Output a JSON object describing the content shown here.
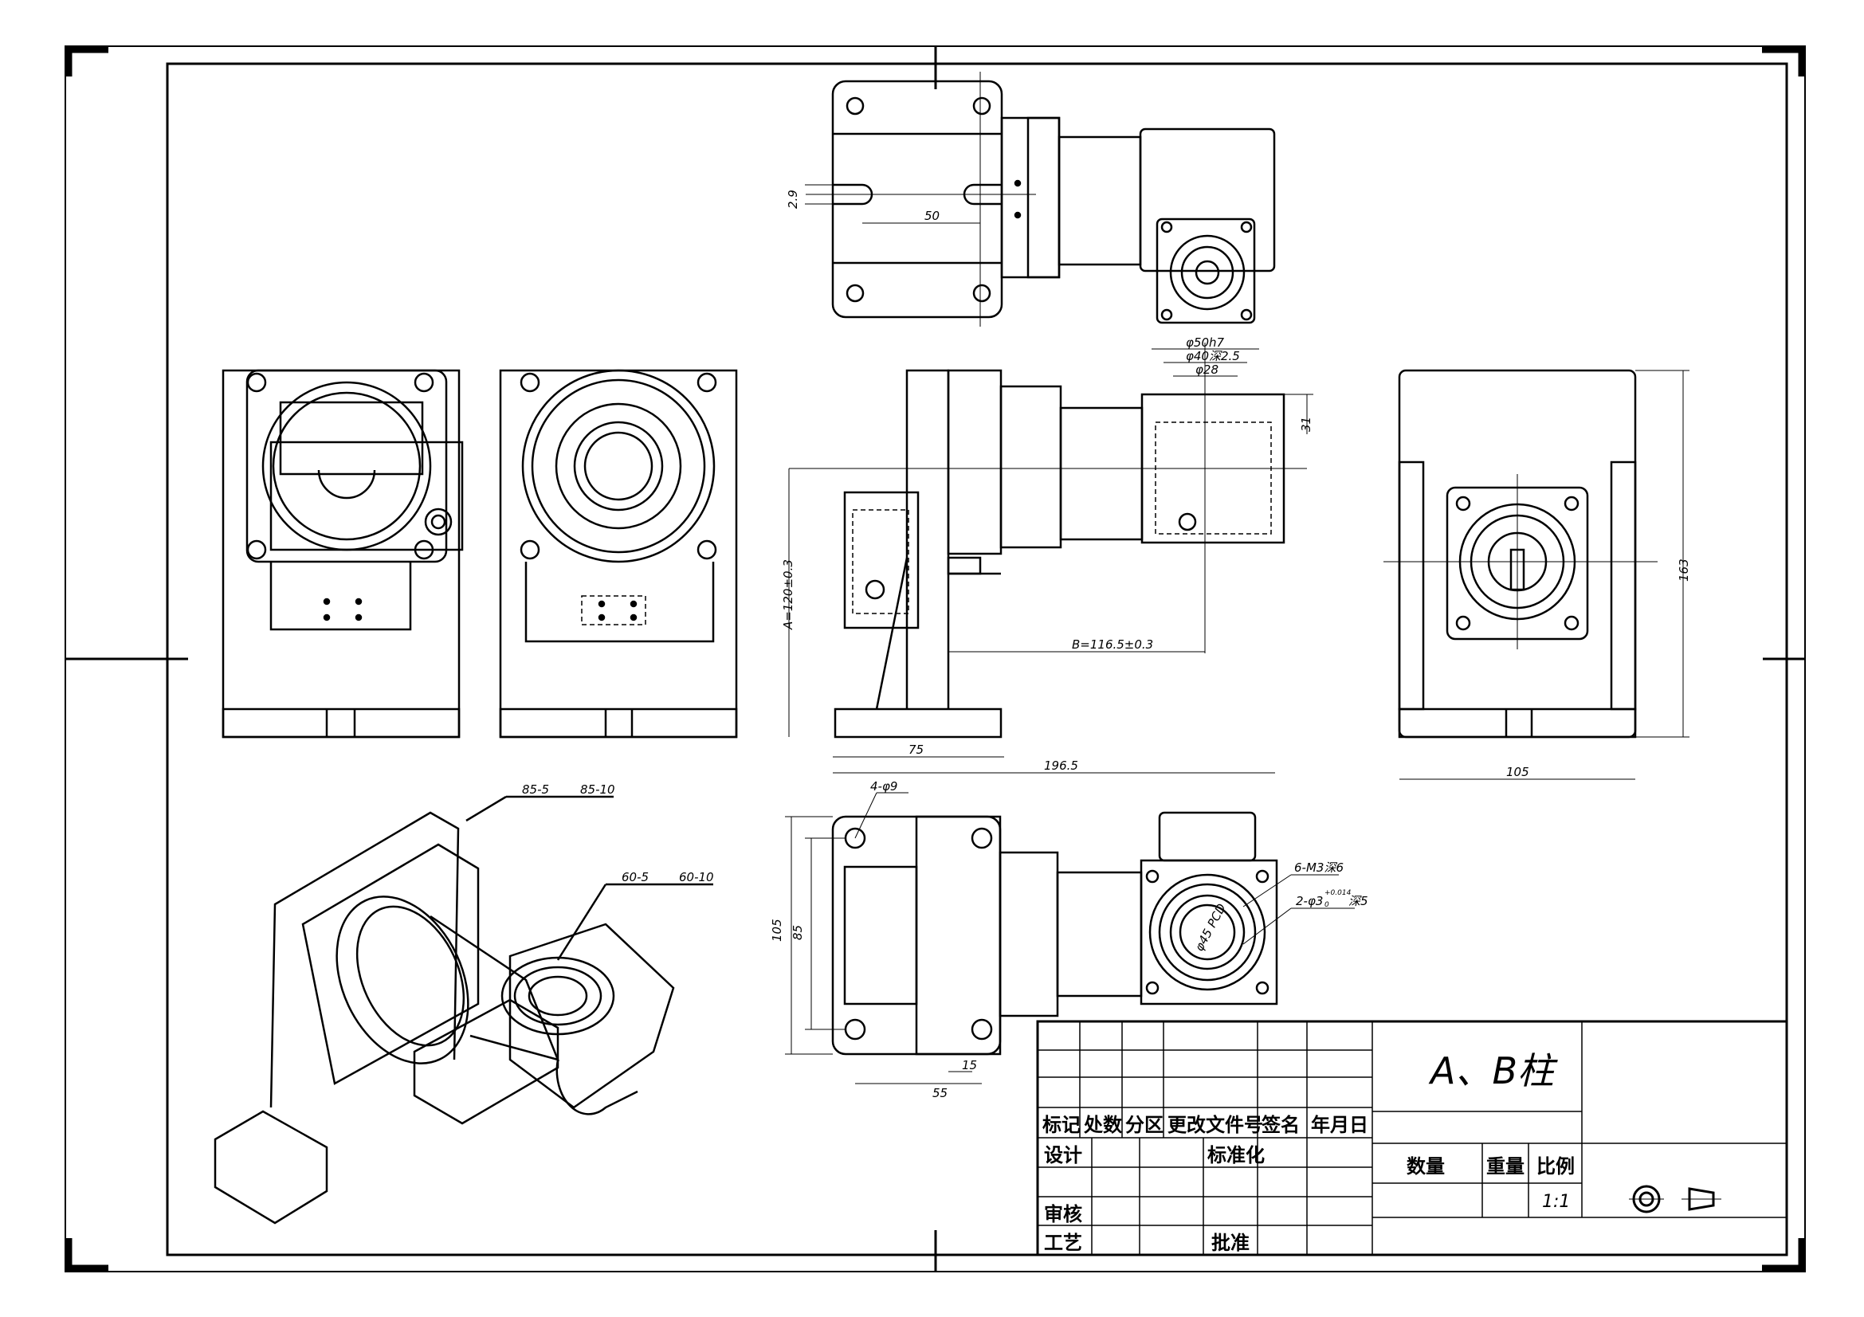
{
  "drawing": {
    "title": "A、B柱",
    "scale": "1:1",
    "projection_symbols": [
      "circle-projection-icon",
      "cone-projection-icon"
    ]
  },
  "title_block": {
    "headers": [
      "标记",
      "处数",
      "分区",
      "更改文件号",
      "签名",
      "年月日"
    ],
    "design": "设计",
    "standardize": "标准化",
    "review": "审核",
    "process": "工艺",
    "approve": "批准",
    "quantity": "数量",
    "weight": "重量",
    "scale_label": "比例"
  },
  "dimensions": {
    "top_height": "2.9",
    "top_slot": "50",
    "d50": "φ50h7",
    "d40": "φ40深2.5",
    "d28": "φ28",
    "h31": "31",
    "a_dim": "A=120±0.3",
    "b_dim": "B=116.5±0.3",
    "w75": "75",
    "w1965": "196.5",
    "right_h": "163",
    "right_w": "105",
    "holes": "4-φ9",
    "h105": "105",
    "h85": "85",
    "w15": "15",
    "w55": "55",
    "m3": "6-M3深6",
    "pin": "2-φ3",
    "pin_tol_up": "+0.014",
    "pin_tol_low": "0",
    "pin_depth": "深5",
    "pcd": "φ45 PCD"
  },
  "callouts": {
    "c1a": "85-5",
    "c1b": "85-10",
    "c2a": "60-5",
    "c2b": "60-10"
  }
}
